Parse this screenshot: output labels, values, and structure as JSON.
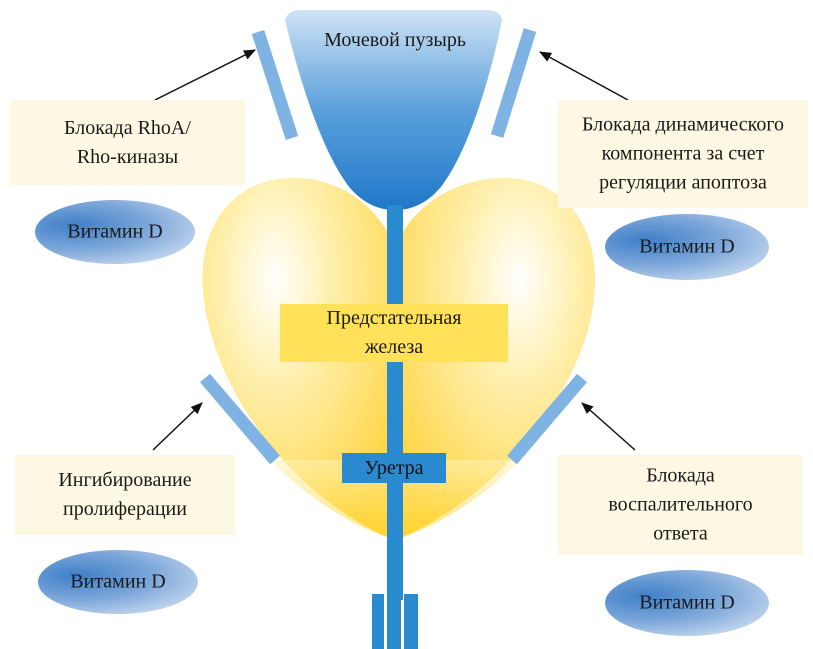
{
  "colors": {
    "blue": "#2a8ad0",
    "bar_blue": "#7fb3e3",
    "prostate_yellow": "#ffd84d",
    "label_yellow": "#ffe15a",
    "note_cream": "#fdf8e3"
  },
  "organs": {
    "bladder": "Мочевой пузырь",
    "prostate_line1": "Предстательная",
    "prostate_line2": "железа",
    "urethra": "Уретра"
  },
  "effects": {
    "top_left": {
      "line1": "Блокада RhoA/",
      "line2": "Rho-киназы"
    },
    "top_right": {
      "line1": "Блокада динамического",
      "line2": "компонента за счет",
      "line3": "регуляции апоптоза"
    },
    "bottom_left": {
      "line1": "Ингибирование",
      "line2": "пролиферации"
    },
    "bottom_right": {
      "line1": "Блокада",
      "line2": "воспалительного",
      "line3": "ответа"
    }
  },
  "vitamin_label": "Витамин D"
}
